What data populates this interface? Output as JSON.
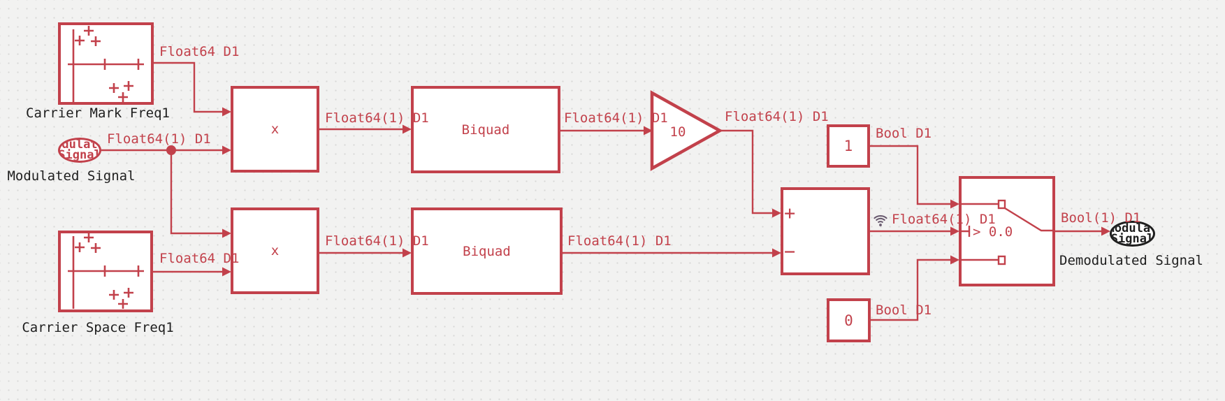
{
  "colors": {
    "accent_red": "#c2414b",
    "ink_black": "#1e1e1e",
    "streaming_icon": "#68596e",
    "canvas_background": "#f2f2f1"
  },
  "blocks": {
    "carrier_mark": {
      "name": "Carrier Mark Freq1"
    },
    "carrier_space": {
      "name": "Carrier Space Freq1"
    },
    "modulated_inport": {
      "text_top": "Modulated",
      "text_bottom": "Signal",
      "name": "Modulated Signal"
    },
    "product_top": {
      "operator": "x"
    },
    "product_bottom": {
      "operator": "x"
    },
    "biquad_top": {
      "name": "Biquad"
    },
    "biquad_bottom": {
      "name": "Biquad"
    },
    "gain": {
      "value": "10"
    },
    "sum": {
      "top_sign": "+",
      "bottom_sign": "−"
    },
    "constant_one": {
      "value": "1"
    },
    "constant_zero": {
      "value": "0"
    },
    "switch": {
      "criteria": "> 0.0"
    },
    "demodulated_outport": {
      "text_top": "Demodulated",
      "text_bottom": "Signal",
      "name": "Demodulated Signal"
    }
  },
  "signal_labels": {
    "carrier_mark_out": "Float64 D1",
    "modulated_signal": "Float64(1) D1",
    "product_top_out": "Float64(1) D1",
    "biquad_top_out": "Float64(1) D1",
    "gain_out": "Float64(1) D1",
    "carrier_space_out": "Float64 D1",
    "product_bottom_out": "Float64(1) D1",
    "biquad_bottom_out": "Float64(1) D1",
    "sum_out": "Float64(1) D1",
    "constant_one_out": "Bool D1",
    "constant_zero_out": "Bool D1",
    "switch_out": "Bool(1) D1"
  }
}
